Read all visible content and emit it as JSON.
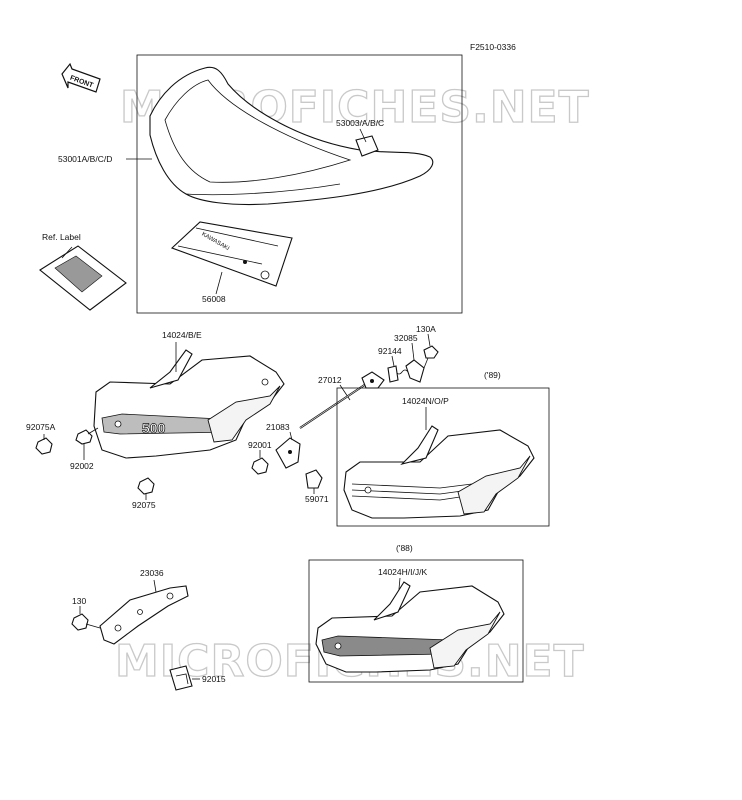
{
  "header": {
    "figure_code": "F2510-0336"
  },
  "watermark": {
    "text": "MICROFICHES.NET"
  },
  "badges": {
    "front": "FRONT",
    "ref_label": "Ref. Label",
    "panel_89": "('89)",
    "panel_88": "('88)",
    "decal": "500"
  },
  "labels": {
    "seat_cover": "53003/A/B/C",
    "seat": "53001A/B/C/D",
    "bag": "56008",
    "cover_left": "14024/B/E",
    "rod": "27012",
    "p92144": "92144",
    "p32085": "32085",
    "p130a": "130A",
    "cover_89": "14024N/O/P",
    "p21083": "21083",
    "p92001": "92001",
    "p59071": "59071",
    "p92075a": "92075A",
    "p92002": "92002",
    "p92075": "92075",
    "cover_88": "14024H/I/J/K",
    "bracket": "23036",
    "p130": "130",
    "p92015": "92015"
  }
}
